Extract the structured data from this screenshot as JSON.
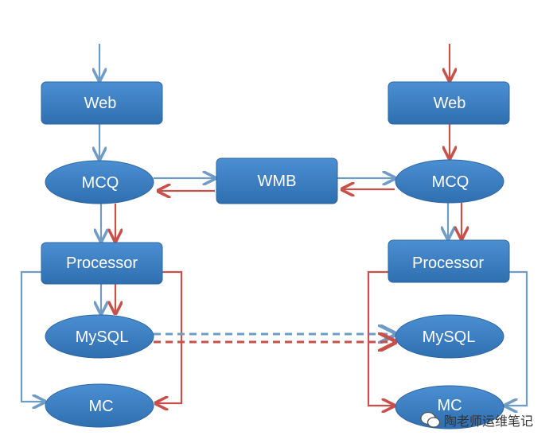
{
  "nodes": {
    "left_web": "Web",
    "left_mcq": "MCQ",
    "left_processor": "Processor",
    "left_mysql": "MySQL",
    "left_mc": "MC",
    "wmb": "WMB",
    "right_web": "Web",
    "right_mcq": "MCQ",
    "right_processor": "Processor",
    "right_mysql": "MySQL",
    "right_mc": "MC"
  },
  "watermark": "陶老师运维笔记",
  "colors": {
    "node": "#3a7cc0",
    "blue_arrow": "#6f9cc7",
    "red_arrow": "#c9504a"
  }
}
